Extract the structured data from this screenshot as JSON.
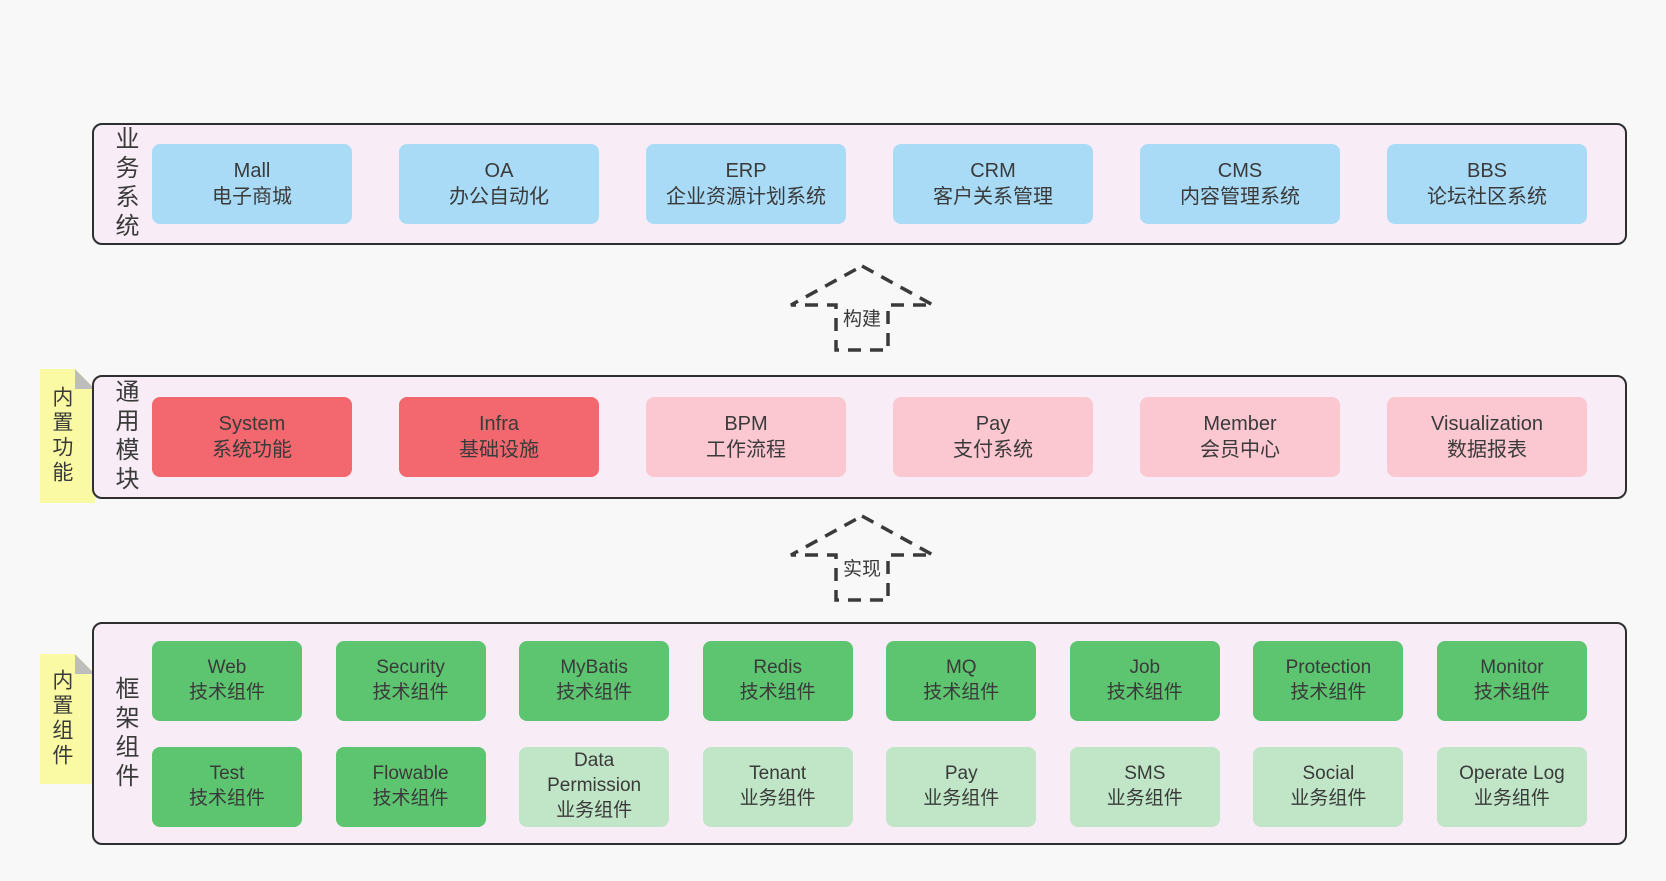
{
  "colors": {
    "page-bg": "#f8f8f8",
    "band-bg": "#f8edf6",
    "band-border": "#2f2f2f",
    "box-blue": "#a9dbf7",
    "box-red": "#f2686e",
    "box-pink": "#fbc7d1",
    "box-green": "#5dc470",
    "box-green-light": "#c0e6c7",
    "note-yellow": "#fbfaa4",
    "note-fold": "#bdbdbd",
    "text": "#3a3a3a",
    "arrow": "#3a3a3a"
  },
  "bands": [
    {
      "label": "业务系统",
      "boxes": [
        {
          "name": "Mall",
          "desc": "电子商城"
        },
        {
          "name": "OA",
          "desc": "办公自动化"
        },
        {
          "name": "ERP",
          "desc": "企业资源计划系统"
        },
        {
          "name": "CRM",
          "desc": "客户关系管理"
        },
        {
          "name": "CMS",
          "desc": "内容管理系统"
        },
        {
          "name": "BBS",
          "desc": "论坛社区系统"
        }
      ]
    },
    {
      "label": "通用模块",
      "note": "内置功能",
      "boxes": [
        {
          "name": "System",
          "desc": "系统功能",
          "variant": "red"
        },
        {
          "name": "Infra",
          "desc": "基础设施",
          "variant": "red"
        },
        {
          "name": "BPM",
          "desc": "工作流程",
          "variant": "pink"
        },
        {
          "name": "Pay",
          "desc": "支付系统",
          "variant": "pink"
        },
        {
          "name": "Member",
          "desc": "会员中心",
          "variant": "pink"
        },
        {
          "name": "Visualization",
          "desc": "数据报表",
          "variant": "pink"
        }
      ]
    },
    {
      "label": "框架组件",
      "note": "内置组件",
      "rows": [
        [
          {
            "name": "Web",
            "desc": "技术组件",
            "variant": "green"
          },
          {
            "name": "Security",
            "desc": "技术组件",
            "variant": "green"
          },
          {
            "name": "MyBatis",
            "desc": "技术组件",
            "variant": "green"
          },
          {
            "name": "Redis",
            "desc": "技术组件",
            "variant": "green"
          },
          {
            "name": "MQ",
            "desc": "技术组件",
            "variant": "green"
          },
          {
            "name": "Job",
            "desc": "技术组件",
            "variant": "green"
          },
          {
            "name": "Protection",
            "desc": "技术组件",
            "variant": "green"
          },
          {
            "name": "Monitor",
            "desc": "技术组件",
            "variant": "green"
          }
        ],
        [
          {
            "name": "Test",
            "desc": "技术组件",
            "variant": "green"
          },
          {
            "name": "Flowable",
            "desc": "技术组件",
            "variant": "green"
          },
          {
            "name": "Data Permission",
            "desc": "业务组件",
            "variant": "green-light"
          },
          {
            "name": "Tenant",
            "desc": "业务组件",
            "variant": "green-light"
          },
          {
            "name": "Pay",
            "desc": "业务组件",
            "variant": "green-light"
          },
          {
            "name": "SMS",
            "desc": "业务组件",
            "variant": "green-light"
          },
          {
            "name": "Social",
            "desc": "业务组件",
            "variant": "green-light"
          },
          {
            "name": "Operate Log",
            "desc": "业务组件",
            "variant": "green-light"
          }
        ]
      ]
    }
  ],
  "arrows": [
    {
      "label": "构建"
    },
    {
      "label": "实现"
    }
  ]
}
